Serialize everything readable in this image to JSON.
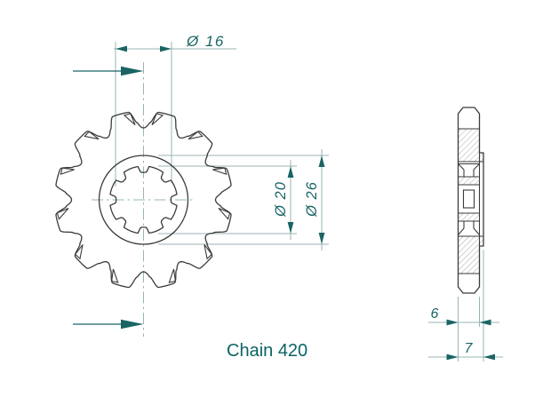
{
  "title": "Sprocket technical drawing",
  "labels": {
    "dia16": "Ø 16",
    "dia20": "Ø 20",
    "dia26": "Ø 26",
    "tooth_width": "6",
    "hub_width": "7",
    "chain": "Chain 420"
  },
  "part": {
    "teeth_count": 12,
    "spline_tab_count": 8,
    "bore_spline_minor_mm": 16,
    "bore_spline_major_mm": 20,
    "hub_diameter_mm": 26,
    "tooth_plate_width_mm": 6,
    "hub_width_mm": 7,
    "chain_type": "420"
  },
  "colors": {
    "background": "#ffffff",
    "outline": "#3b3b3b",
    "hatch": "#8a8a8a",
    "construction": "#98b4b4",
    "dimension": "#1a6464",
    "accent_text": "#0b6363"
  }
}
